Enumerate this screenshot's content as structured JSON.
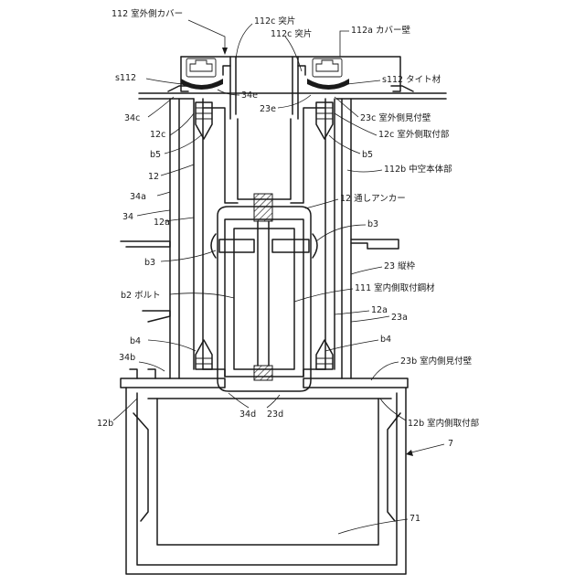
{
  "labels": {
    "l112": "112 室外側カバー",
    "l112c_a": "112c 突片",
    "l112c_b": "112c 突片",
    "l112a": "112a カバー壁",
    "s112_left": "s112",
    "s112_right": "s112 タイト材",
    "l34e": "34e",
    "l34c": "34c",
    "l23e": "23e",
    "l23c": "23c 室外側見付壁",
    "l12c_left": "12c",
    "l12c_right": "12c 室外側取付部",
    "b5_left": "b5",
    "b5_right": "b5",
    "l112b": "112b 中空本体部",
    "l12_left": "12",
    "l34a": "34a",
    "l12_anchor": "12 通しアンカー",
    "l34": "34",
    "l12a_left": "12a",
    "b3_right": "b3",
    "b3_left": "b3",
    "l23": "23 縦枠",
    "b2": "b2 ボルト",
    "l111": "111 室内側取付鋼材",
    "l12a_right": "12a",
    "l23a": "23a",
    "b4_right": "b4",
    "l34b": "34b",
    "b4_left": "b4",
    "l23b": "23b 室内側見付壁",
    "l34d": "34d",
    "l23d": "23d",
    "l12b_left": "12b",
    "l12b_right": "12b 室内側取付部",
    "l7": "7",
    "l71": "71"
  }
}
